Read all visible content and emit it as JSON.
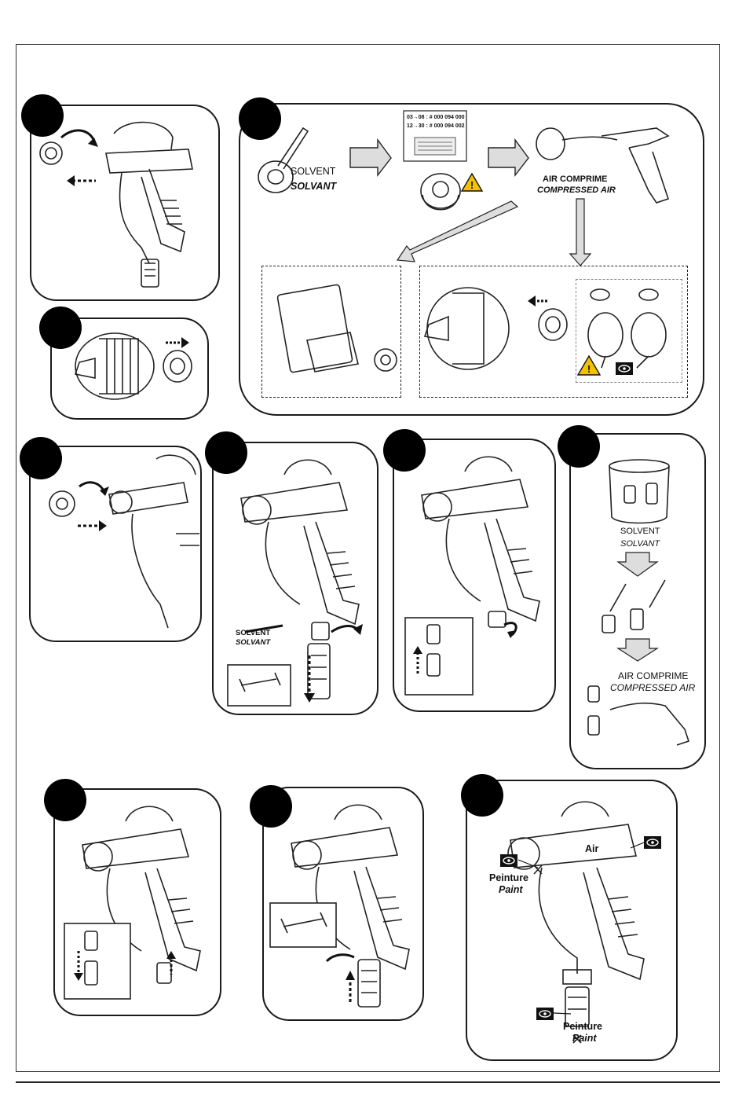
{
  "labels": {
    "solvent": "SOLVENT",
    "solvant": "SOLVANT",
    "air_comprime": "AIR COMPRIME",
    "compressed_air": "COMPRESSED AIR",
    "peinture": "Peinture",
    "paint": "Paint",
    "air": "Air"
  },
  "nozzle_table": {
    "row1": "03→08 : # 000 094 000",
    "row2": "12→30 : # 000 094 002"
  },
  "icons": [
    "gun-drawing",
    "warning-icon",
    "eye-icon",
    "wrench-icon",
    "arrow-icon",
    "brush-icon",
    "air-blower-icon"
  ],
  "colors": {
    "warning": "#f2c200",
    "ink": "#111111"
  }
}
